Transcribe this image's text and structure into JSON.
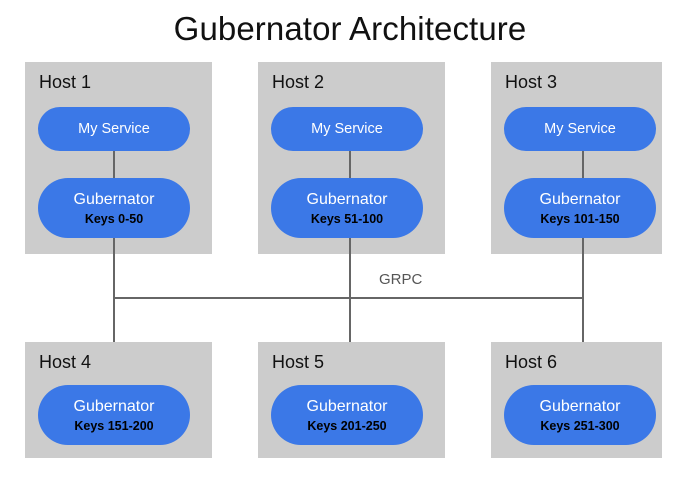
{
  "diagram": {
    "title": "Gubernator Architecture",
    "bus_label": "GRPC",
    "colors": {
      "panel": "#cccccc",
      "pill": "#3b78e7",
      "line": "#666666",
      "background": "#ffffff",
      "title_text": "#111111",
      "pill_text": "#ffffff",
      "pill_subtext": "#000000",
      "bus_label_text": "#555555"
    }
  },
  "hosts": [
    {
      "label": "Host 1",
      "service": "My Service",
      "gubernator": "Gubernator",
      "keys": "Keys 0-50"
    },
    {
      "label": "Host 2",
      "service": "My Service",
      "gubernator": "Gubernator",
      "keys": "Keys 51-100"
    },
    {
      "label": "Host 3",
      "service": "My Service",
      "gubernator": "Gubernator",
      "keys": "Keys 101-150"
    },
    {
      "label": "Host 4",
      "gubernator": "Gubernator",
      "keys": "Keys 151-200"
    },
    {
      "label": "Host 5",
      "gubernator": "Gubernator",
      "keys": "Keys 201-250"
    },
    {
      "label": "Host 6",
      "gubernator": "Gubernator",
      "keys": "Keys 251-300"
    }
  ]
}
